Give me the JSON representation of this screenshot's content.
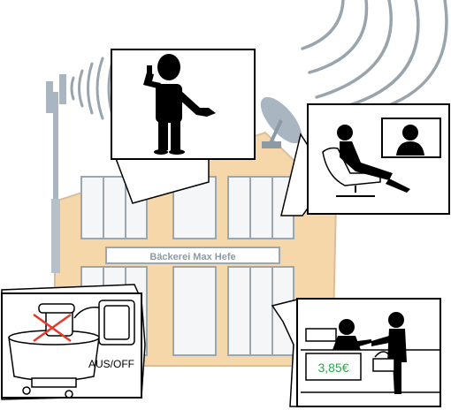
{
  "shop_sign": "Bäckerei Max Hefe",
  "switch_label": "AUS/OFF",
  "price": "3,85€",
  "colors": {
    "building": "#f6d7a9",
    "building_edge": "#d8bf9a",
    "window_frame": "#9aa6b0",
    "window_glass": "#f4f6f8",
    "signal_wave": "#9aa4ad",
    "mast": "#a9b6c2",
    "silhouette": "#000000",
    "price_green": "#2aa84a"
  },
  "icons": [
    "cell-tower-icon",
    "satellite-dish-icon",
    "mixer-icon",
    "crossed-out-mark-icon"
  ]
}
